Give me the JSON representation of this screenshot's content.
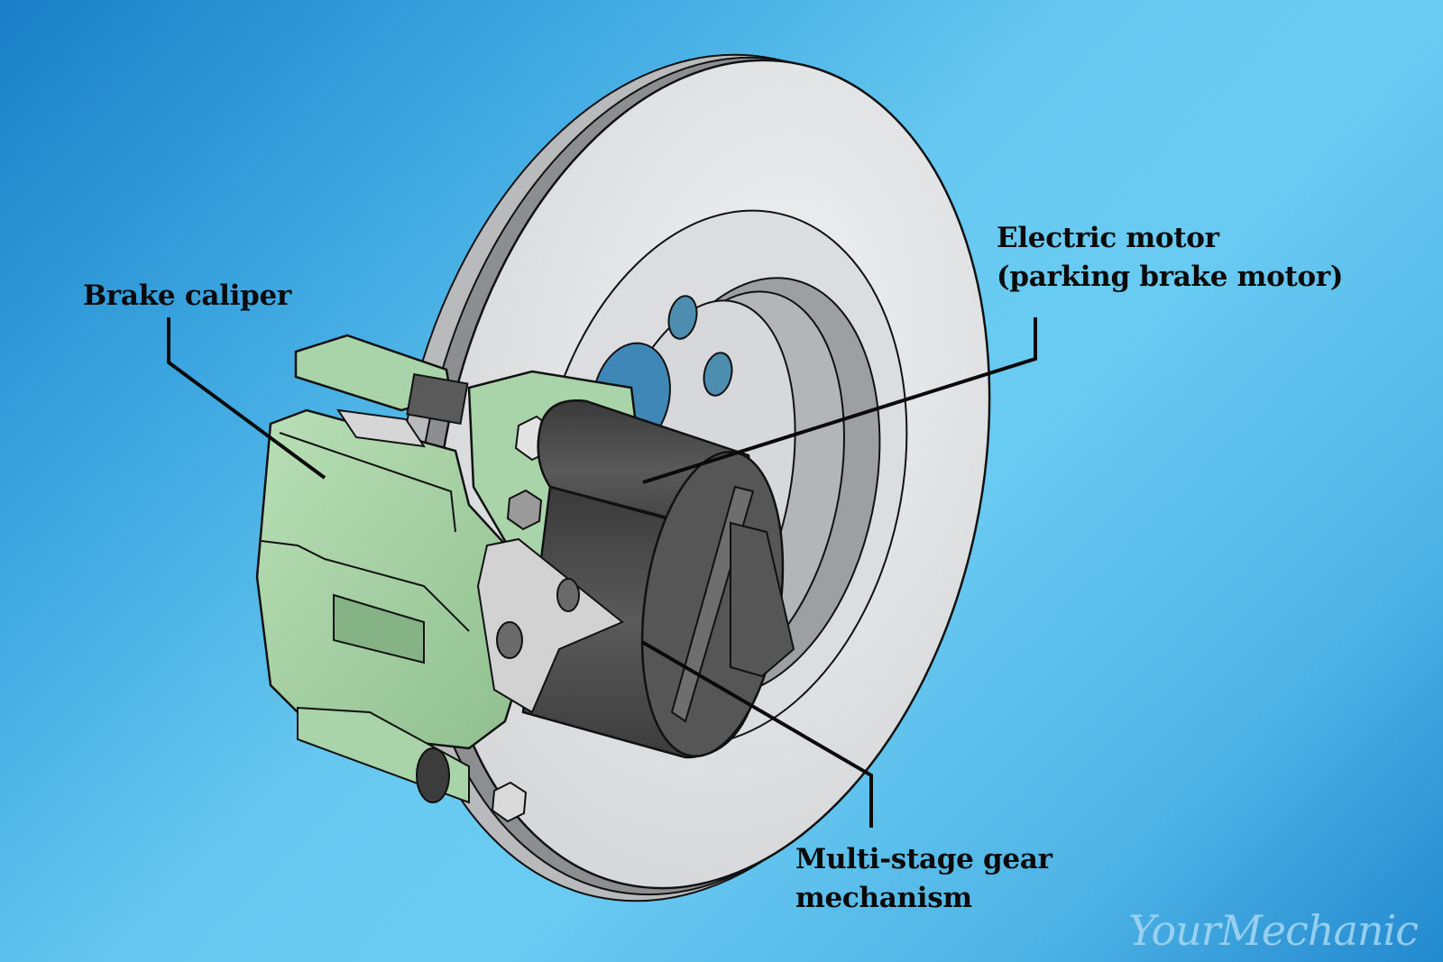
{
  "diagram": {
    "subject": "Electric parking brake caliper on brake disc",
    "labels": {
      "brake_caliper": "Brake caliper",
      "electric_motor_line1": "Electric motor",
      "electric_motor_line2": "(parking brake motor)",
      "gear_mechanism_line1": "Multi-stage gear",
      "gear_mechanism_line2": "mechanism"
    },
    "watermark": "YourMechanic",
    "colors": {
      "background_center": "#6acbf2",
      "background_corner": "#1a7fc6",
      "caliper_green": "#a9d3a8",
      "disc_gray": "#e4e5e7",
      "motor_dark": "#4a4a4a",
      "label_text": "#0a0a0a"
    }
  }
}
